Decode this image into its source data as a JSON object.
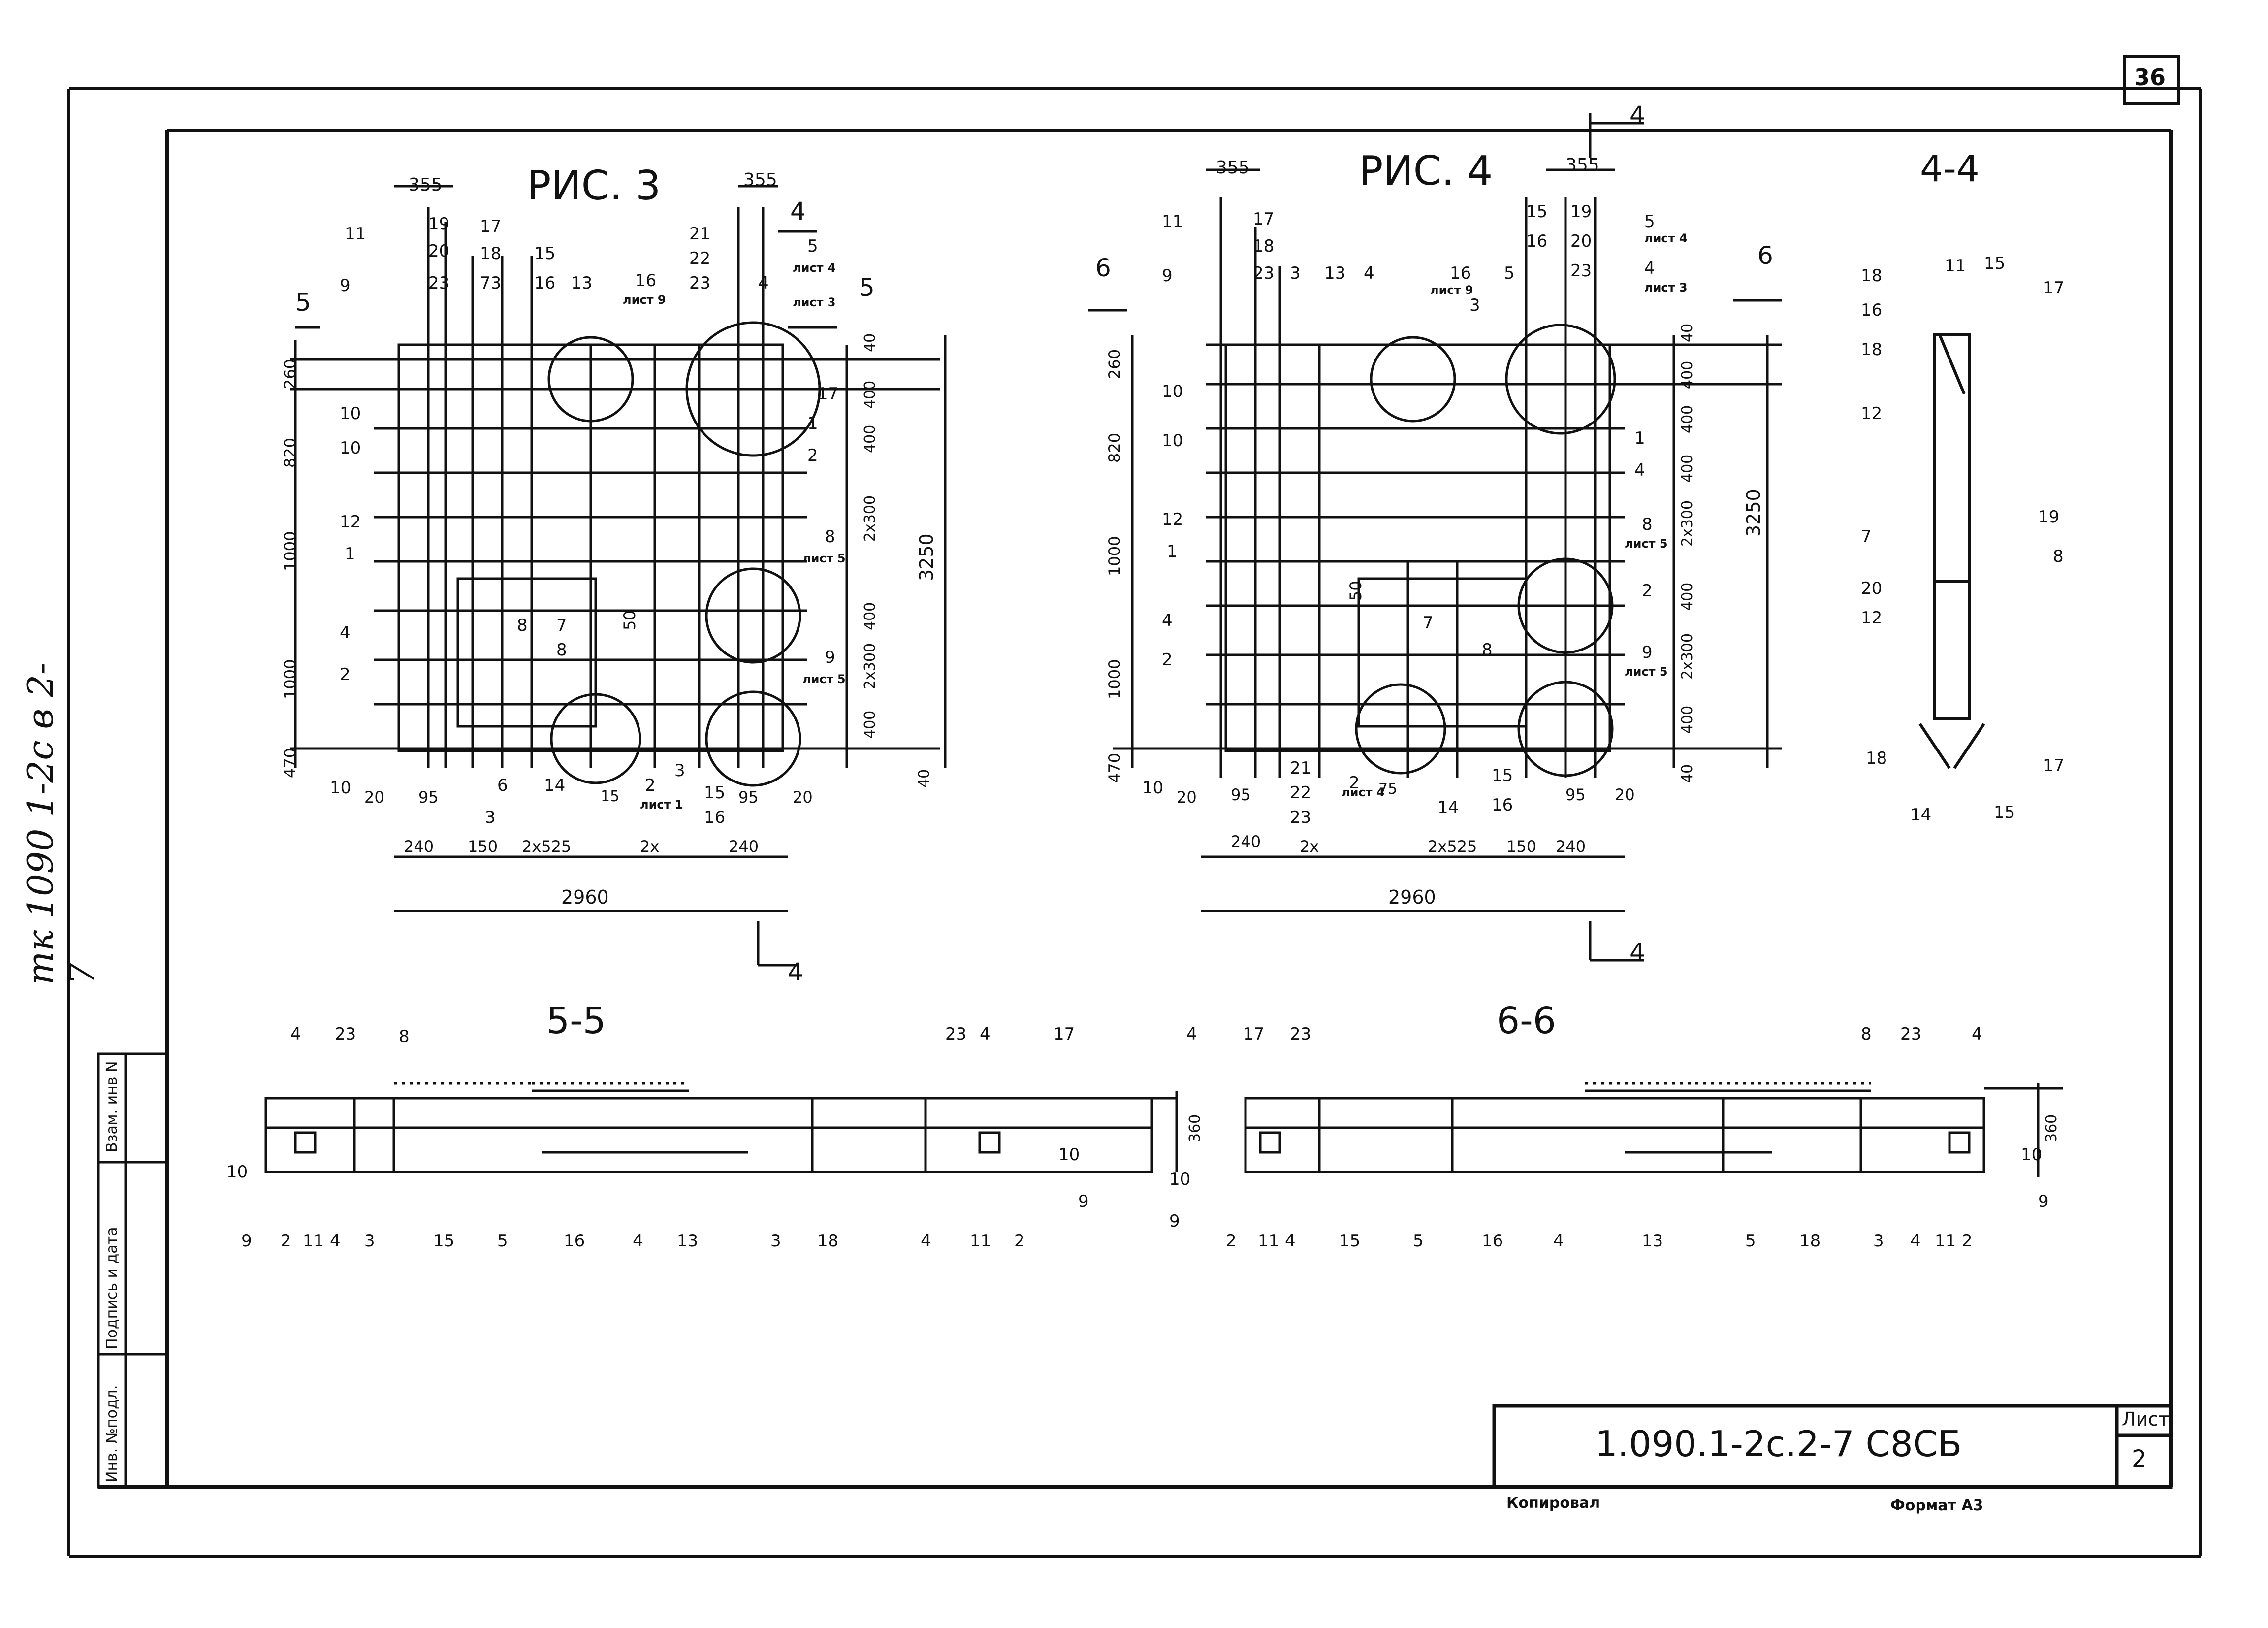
{
  "sheet_number": "36",
  "side_note": "тк 1090 1-2с в 2-7",
  "stamp": {
    "code": "1.090.1-2с.2-7 С8СБ",
    "sheet_label": "Лист",
    "sheet_value": "2",
    "copied": "Копировал",
    "format": "Формат А3"
  },
  "side_stamp": {
    "inv_no": "Инв. №подл.",
    "sign_date": "Подпись и дата",
    "vzam_inv": "Взам. инв N"
  },
  "views": {
    "fig3": {
      "title": "РИС. 3",
      "dims_top": [
        "355",
        "355"
      ],
      "dims_left": [
        "260",
        "820",
        "1000",
        "1000",
        "470"
      ],
      "dims_right": [
        "40",
        "400",
        "400",
        "2x300",
        "400",
        "2x300",
        "400",
        "40"
      ],
      "dims_total_h": "3250",
      "dims_bottom": [
        "20",
        "95",
        "240",
        "150",
        "2x525",
        "2x",
        "240",
        "95",
        "20",
        "15"
      ],
      "dims_total_w": "2960",
      "inner_dim": "50",
      "callouts_top": [
        "19",
        "20",
        "23",
        "17",
        "18",
        "73",
        "15",
        "16",
        "13",
        "16",
        "21",
        "22",
        "23",
        "4",
        "5"
      ],
      "callouts_left": [
        "11",
        "9",
        "10",
        "10",
        "12",
        "1",
        "4",
        "2",
        "10"
      ],
      "callouts_right": [
        "17",
        "1",
        "2",
        "8",
        "9"
      ],
      "callouts_inner": [
        "8",
        "7",
        "8",
        "6",
        "14",
        "3",
        "15",
        "16",
        "2",
        "3"
      ],
      "sheet_refs": [
        "лист 9",
        "лист 4",
        "лист 3",
        "лист 5",
        "лист 5",
        "лист 1"
      ],
      "section_marks": [
        "5",
        "5",
        "4",
        "4"
      ]
    },
    "fig4": {
      "title": "РИС. 4",
      "dims_top": [
        "355",
        "355"
      ],
      "dims_left": [
        "260",
        "820",
        "1000",
        "1000",
        "470"
      ],
      "dims_right": [
        "40",
        "400",
        "400",
        "400",
        "2x300",
        "400",
        "2x300",
        "400",
        "40"
      ],
      "dims_total_h": "3250",
      "dims_bottom": [
        "20",
        "95",
        "240",
        "2x",
        "2x525",
        "150",
        "240",
        "95",
        "20"
      ],
      "dims_total_w": "2960",
      "inner_dim": "50",
      "callouts_top": [
        "17",
        "18",
        "23",
        "3",
        "13",
        "4",
        "16",
        "5",
        "3",
        "15",
        "16",
        "19",
        "20",
        "23",
        "5",
        "4"
      ],
      "callouts_left": [
        "11",
        "9",
        "10",
        "10",
        "12",
        "1",
        "4",
        "2",
        "10"
      ],
      "callouts_right": [
        "1",
        "4",
        "8",
        "2",
        "9"
      ],
      "callouts_inner": [
        "7",
        "8",
        "21",
        "22",
        "23",
        "2",
        "75",
        "14",
        "15",
        "16"
      ],
      "sheet_refs": [
        "лист 9",
        "лист 4",
        "лист 3",
        "лист 5",
        "лист 5",
        "лист 4"
      ],
      "section_marks": [
        "6",
        "6",
        "4",
        "4"
      ]
    },
    "sec44": {
      "title": "4-4",
      "callouts": [
        "18",
        "16",
        "18",
        "12",
        "7",
        "20",
        "12",
        "18",
        "14",
        "11",
        "15",
        "17",
        "19",
        "8",
        "17",
        "15"
      ]
    },
    "sec55": {
      "title": "5-5",
      "dim": "360",
      "callouts_top": [
        "4",
        "23",
        "8",
        "23",
        "4",
        "17"
      ],
      "callouts_bottom": [
        "10",
        "9",
        "2",
        "11",
        "4",
        "3",
        "15",
        "5",
        "16",
        "4",
        "13",
        "3",
        "18",
        "4",
        "11",
        "2",
        "9",
        "10"
      ]
    },
    "sec66": {
      "title": "6-6",
      "dim": "360",
      "callouts_top": [
        "4",
        "17",
        "23",
        "8",
        "23",
        "4"
      ],
      "callouts_bottom": [
        "10",
        "9",
        "2",
        "11",
        "4",
        "15",
        "5",
        "16",
        "4",
        "13",
        "5",
        "18",
        "3",
        "4",
        "11",
        "2",
        "9",
        "10"
      ]
    }
  }
}
